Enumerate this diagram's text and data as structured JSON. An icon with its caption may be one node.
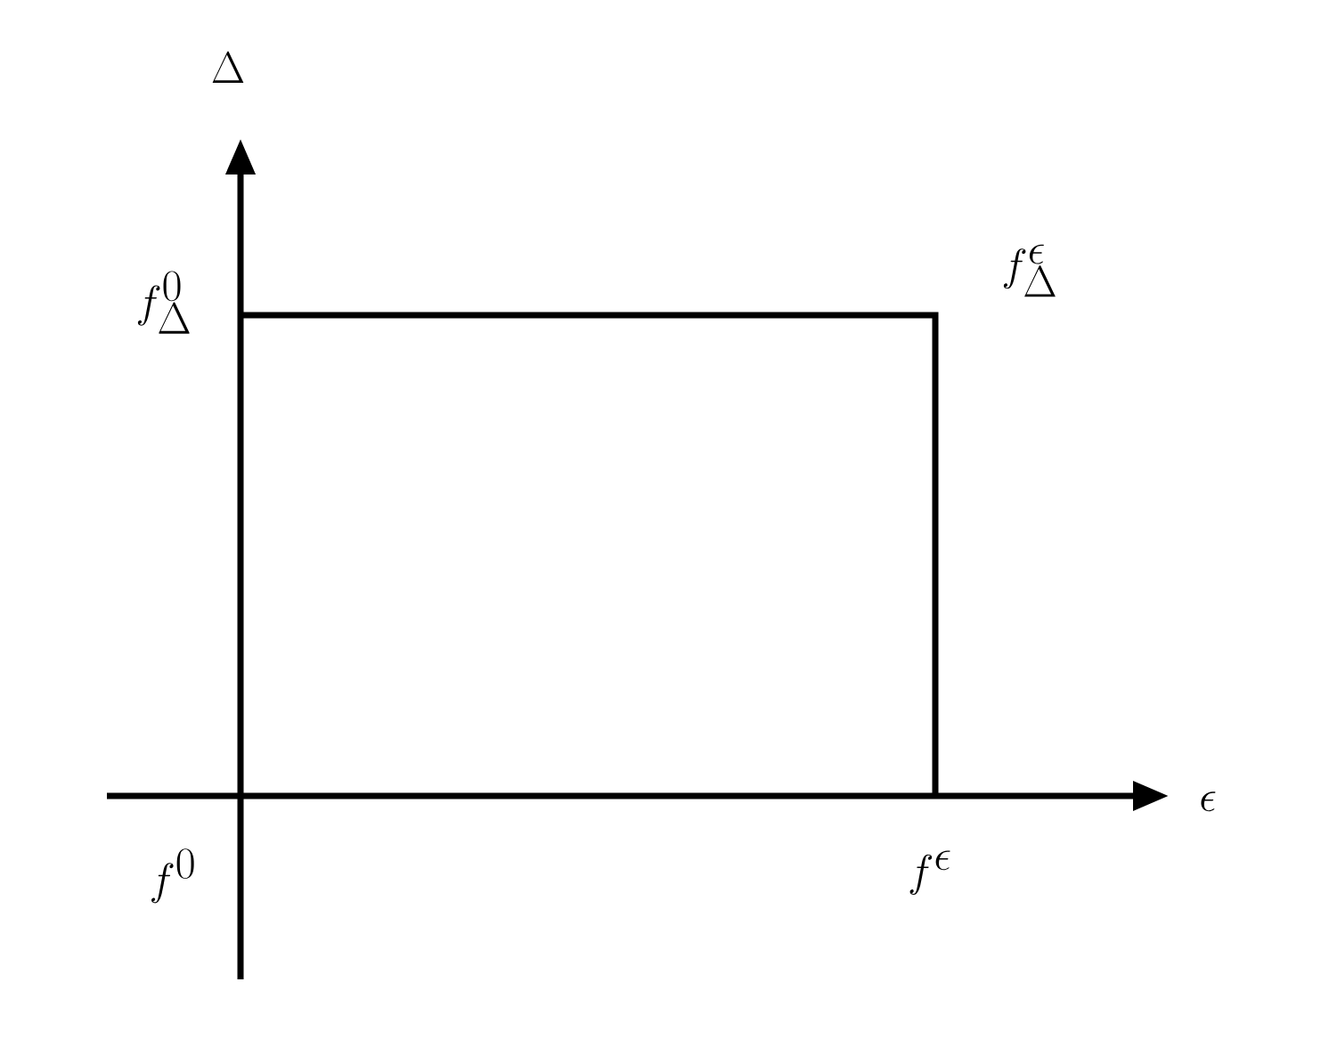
{
  "diagram": {
    "labels": [
      "\\Delta",
      "f_{\\Delta}^{0}",
      "f_{\\Delta}^{\\epsilon}",
      "f^{0}",
      "f^{\\epsilon}",
      "\\epsilon"
    ]
  }
}
